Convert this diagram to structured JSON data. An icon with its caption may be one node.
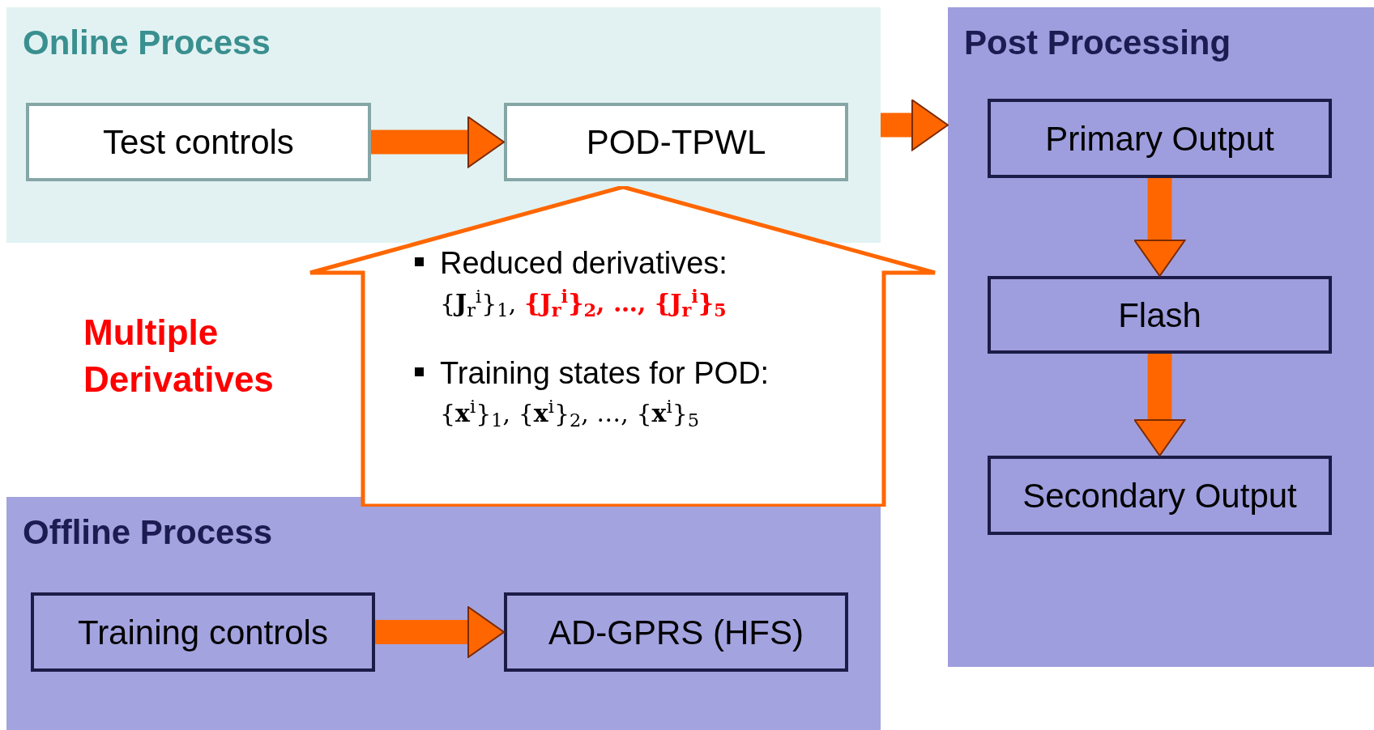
{
  "diagram": {
    "nodes": [
      {
        "text": [
          "Online Process"
        ]
      },
      {
        "text": [
          "Test controls"
        ],
        "in": 0
      },
      {
        "text": [
          "POD-TPWL"
        ],
        "in": 0
      },
      {
        "text": [
          "Post Processing"
        ]
      },
      {
        "text": [
          "Primary Output"
        ],
        "in": 3
      },
      {
        "text": [
          "Flash"
        ],
        "in": 3
      },
      {
        "text": [
          "Secondary Output"
        ],
        "in": 3
      },
      {
        "text": [
          "Offline Process"
        ]
      },
      {
        "text": [
          "Training controls"
        ],
        "in": 7
      },
      {
        "text": [
          "AD-GPRS (HFS)"
        ],
        "in": 7
      },
      {
        "text": [
          "Reduced derivatives:",
          "{**J**$_{r}$$^{i}$}$_{1}$,",
          "{J$_{r}$$^{i}$}$_{2}$, …, {J$_{r}$$^{i}$}$_{5}$",
          "Training states for POD:",
          "{**x**$^{i}$}$_{1}$, {**x**$^{i}$}$_{2}$, …, {**x**$^{i}$}$_{5}$"
        ]
      }
    ],
    "edges": [
      {
        "from": 1,
        "to": 2,
        "arrow": "to"
      },
      {
        "from": 0,
        "to": 3,
        "arrow": "to"
      },
      {
        "from": 4,
        "to": 5,
        "arrow": "to"
      },
      {
        "from": 5,
        "to": 6,
        "arrow": "to"
      },
      {
        "from": 8,
        "to": 9,
        "arrow": "to"
      }
    ],
    "labels": [
      "Multiple Derivatives"
    ]
  }
}
